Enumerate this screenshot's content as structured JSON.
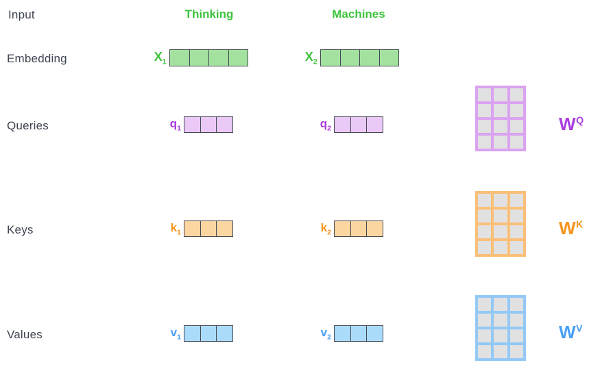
{
  "header": {
    "input_label": "Input",
    "tokens": [
      {
        "label": "Thinking"
      },
      {
        "label": "Machines"
      }
    ]
  },
  "rows": {
    "embedding": "Embedding",
    "queries": "Queries",
    "keys": "Keys",
    "values": "Values"
  },
  "vectors": {
    "x1": {
      "base": "X",
      "sub": "1"
    },
    "x2": {
      "base": "X",
      "sub": "2"
    },
    "q1": {
      "base": "q",
      "sub": "1"
    },
    "q2": {
      "base": "q",
      "sub": "2"
    },
    "k1": {
      "base": "k",
      "sub": "1"
    },
    "k2": {
      "base": "k",
      "sub": "2"
    },
    "v1": {
      "base": "v",
      "sub": "1"
    },
    "v2": {
      "base": "v",
      "sub": "2"
    }
  },
  "weights": {
    "wq": {
      "base": "W",
      "sup": "Q"
    },
    "wk": {
      "base": "W",
      "sup": "K"
    },
    "wv": {
      "base": "W",
      "sup": "V"
    }
  },
  "dims": {
    "embedding_cells": 4,
    "qkv_cells": 3,
    "matrix_rows": 4,
    "matrix_cols": 3
  },
  "colors": {
    "token_green": "#3fc43f",
    "embedding_fill": "#a3e19e",
    "query_accent": "#aa3ce0",
    "query_fill": "#ebc9f6",
    "query_grid": "#daa2f0",
    "key_accent": "#f7941e",
    "key_fill": "#fcd6a1",
    "key_grid": "#fbbf78",
    "value_accent": "#4a9ff5",
    "value_fill": "#abdbfa",
    "value_grid": "#93c9f6",
    "cell_border": "#434a54",
    "matrix_cell_fill": "#e1e1e1",
    "label_text": "#3e4450"
  }
}
